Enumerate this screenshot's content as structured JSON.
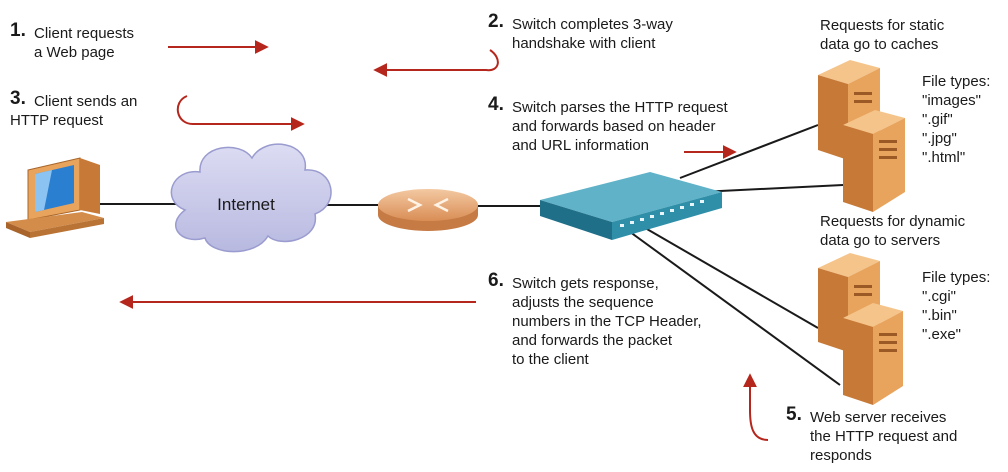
{
  "steps": [
    {
      "number": "1.",
      "lines": [
        "Client requests",
        "a Web page"
      ]
    },
    {
      "number": "2.",
      "lines": [
        "Switch completes 3-way",
        "handshake with client"
      ]
    },
    {
      "number": "3.",
      "lines": [
        "Client sends an",
        "HTTP request"
      ]
    },
    {
      "number": "4.",
      "lines": [
        "Switch parses the HTTP request",
        "and forwards based on header",
        "and URL information"
      ]
    },
    {
      "number": "5.",
      "lines": [
        "Web server receives",
        "the HTTP request and",
        "responds"
      ]
    },
    {
      "number": "6.",
      "lines": [
        "Switch gets response,",
        "adjusts the sequence",
        "numbers in the TCP Header,",
        "and forwards the packet",
        "to the client"
      ]
    }
  ],
  "internet_label": "Internet",
  "caches": {
    "heading": [
      "Requests for static",
      "data go to caches"
    ],
    "file_types_title": "File types:",
    "file_types": [
      "\"images\"",
      "\".gif\"",
      "\".jpg\"",
      "\".html\""
    ]
  },
  "servers": {
    "heading": [
      "Requests for dynamic",
      "data go to servers"
    ],
    "file_types_title": "File types:",
    "file_types": [
      "\".cgi\"",
      "\".bin\"",
      "\".exe\""
    ]
  },
  "colors": {
    "arrow": "#b5271d",
    "server": "#e8a35c",
    "switch": "#2f8fa8",
    "router": "#e4a877",
    "cloud": "#c3c4e6",
    "link": "#1a1a1a"
  },
  "icons": [
    "client-computer-icon",
    "internet-cloud-icon",
    "router-icon",
    "content-switch-icon",
    "cache-server-icon",
    "web-server-icon"
  ]
}
